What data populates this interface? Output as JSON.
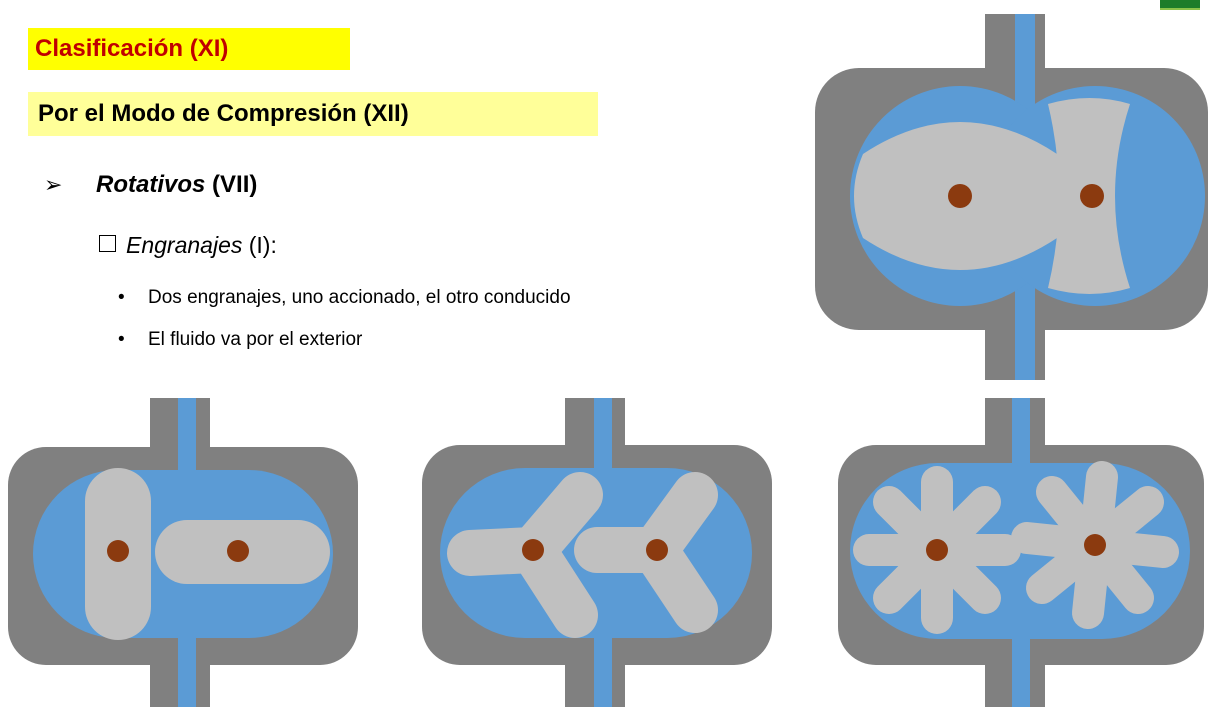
{
  "heading": "Clasificación (XI)",
  "subheading": "Por el Modo de Compresión (XII)",
  "level1": {
    "arrow": "➢",
    "name": "Rotativos",
    "suffix": " (VII)"
  },
  "level2": {
    "name": "Engranajes",
    "suffix": " (I):"
  },
  "bullets": [
    {
      "dot": "•",
      "text": "Dos engranajes, uno accionado, el otro conducido"
    },
    {
      "dot": "•",
      "text": "El fluido va por el exterior"
    }
  ],
  "colors": {
    "highlight_yellow": "#ffff00",
    "highlight_light": "#ffff99",
    "heading_red": "#c00000",
    "casing_gray": "#808080",
    "fluid_blue": "#5b9bd5",
    "rotor_gray": "#c0c0c0",
    "shaft_brown": "#8b3a0f"
  },
  "figures": [
    {
      "kind": "lobe-pump",
      "lobes": 2
    },
    {
      "kind": "lobe-pump",
      "lobes": 2
    },
    {
      "kind": "lobe-pump",
      "lobes": 3
    },
    {
      "kind": "gear-pump",
      "teeth": 8
    }
  ]
}
